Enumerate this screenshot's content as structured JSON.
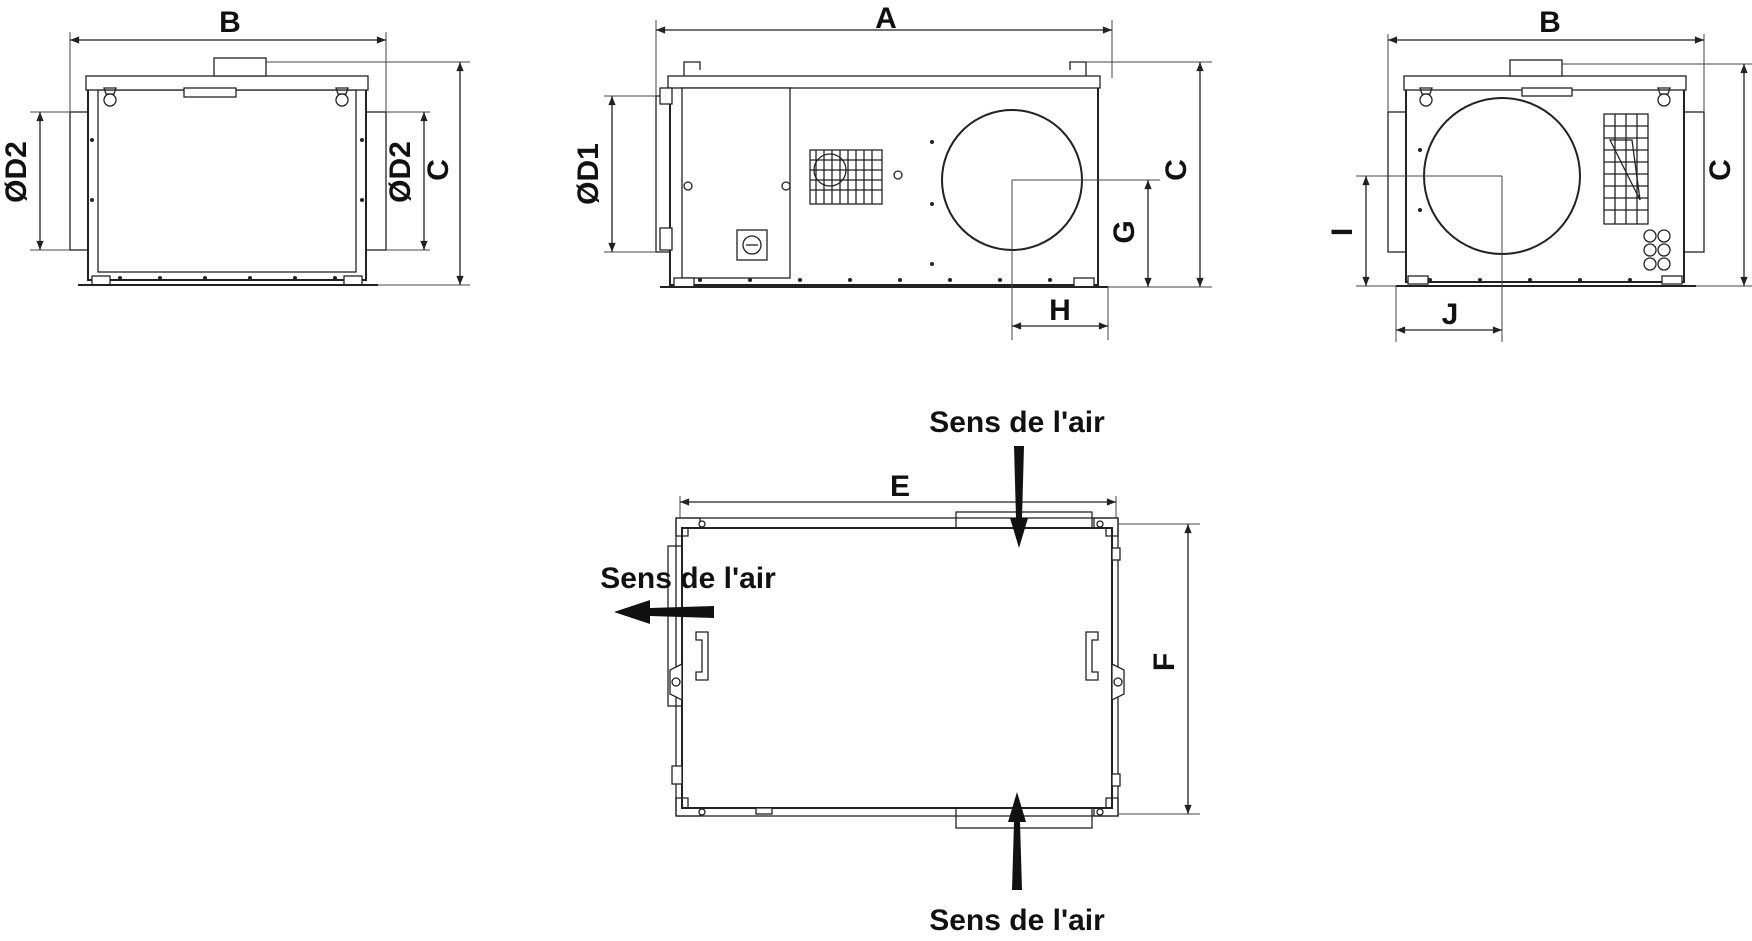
{
  "dimensions": {
    "A": "A",
    "B": "B",
    "C": "C",
    "D1": "ØD1",
    "D2": "ØD2",
    "E": "E",
    "F": "F",
    "G": "G",
    "H": "H",
    "I": "I",
    "J": "J"
  },
  "airflow": {
    "top": "Sens de l'air",
    "left": "Sens de l'air",
    "bottom": "Sens de l'air"
  }
}
